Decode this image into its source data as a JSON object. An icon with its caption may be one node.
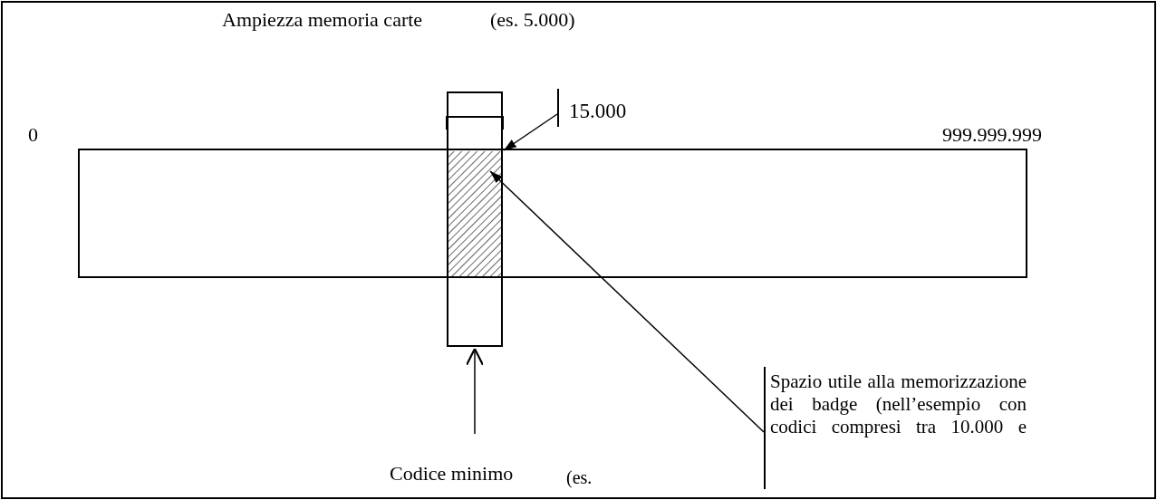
{
  "diagram": {
    "nodes": [
      {
        "text": [],
        "shape": "bar"
      },
      {
        "text": [],
        "shape": "box",
        "in": 0
      },
      {
        "text": [
          "15.000"
        ]
      },
      {
        "text": [
          "Spazio utile alla memorizzazione dei badge (nell’esempio con codici compresi tra 10.000 e"
        ]
      },
      {
        "text": [
          "Codice minimo",
          "(es."
        ]
      }
    ],
    "edges": [
      {
        "from": 2,
        "to": 1,
        "arrow": "to"
      },
      {
        "from": 3,
        "to": 1,
        "arrow": "to"
      },
      {
        "from": 4,
        "to": 0,
        "arrow": "to"
      }
    ],
    "labels": [
      "Ampiezza memoria carte",
      "(es. 5.000)",
      "0",
      "999.999.999"
    ]
  }
}
